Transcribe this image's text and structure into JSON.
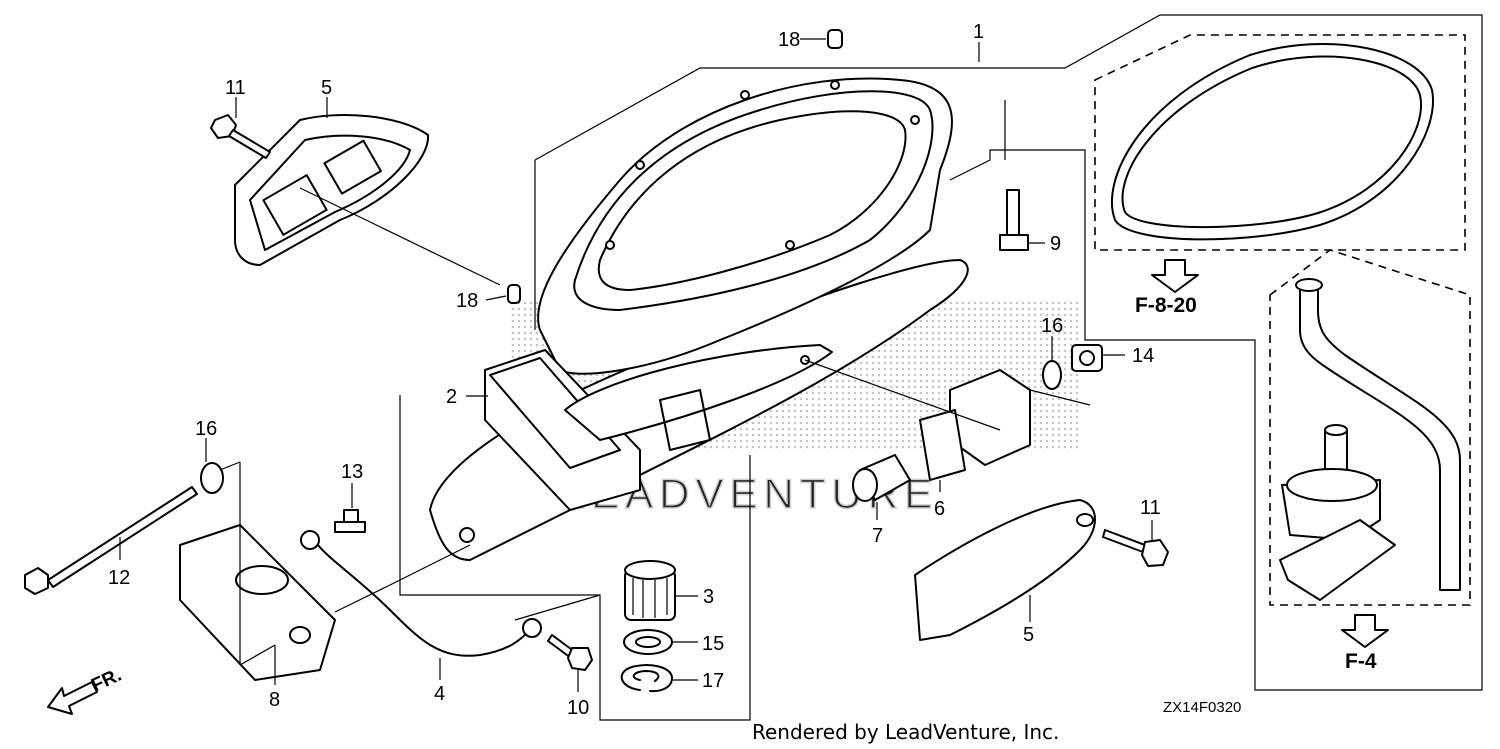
{
  "diagram": {
    "part_labels": [
      "1",
      "2",
      "3",
      "4",
      "5",
      "5",
      "6",
      "7",
      "8",
      "9",
      "10",
      "11",
      "11",
      "12",
      "13",
      "14",
      "15",
      "16",
      "16",
      "17",
      "18",
      "18"
    ],
    "references": [
      "F-8-20",
      "F-4"
    ],
    "front_marker": "FR.",
    "diagram_code": "ZX14F0320",
    "credit": "Rendered by LeadVenture, Inc.",
    "watermark": "LEADVENTURE"
  }
}
